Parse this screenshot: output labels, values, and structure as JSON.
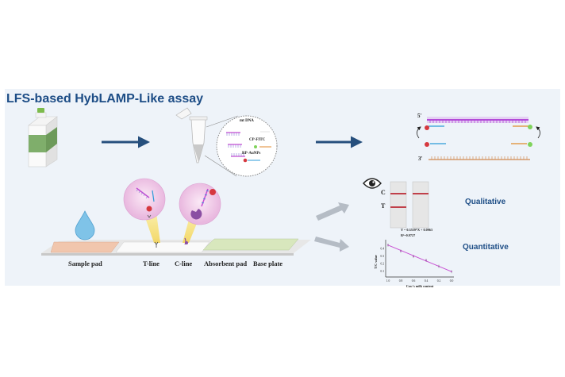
{
  "title": "LFS-based HybLAMP-Like assay",
  "tube_inset": {
    "line1": "mt DNA",
    "line2": "CP-FITC",
    "line3": "RP-AuNPs"
  },
  "strand_labels": {
    "five_prime": "5'",
    "three_prime": "3'"
  },
  "strip": {
    "sample_pad": "Sample pad",
    "t_line": "T-line",
    "c_line": "C-line",
    "absorbent_pad": "Absorbent pad",
    "base_plate": "Base plate"
  },
  "strip_markers": {
    "c": "C",
    "t": "T"
  },
  "results": {
    "qualitative": "Qualitative",
    "quantitative": "Quantitative"
  },
  "regression": {
    "equation": "Y = 0.3539*X + 0.0963",
    "r2": "R²=0.9727",
    "ylabel": "T/C value",
    "xlabel": "Cow's milk content",
    "x_ticks": [
      "1.0",
      "0.8",
      "0.6",
      "0.4",
      "0.2",
      "0.0"
    ],
    "y_ticks": [
      "0.4",
      "0.3",
      "0.2",
      "0.1"
    ]
  },
  "chart_data": {
    "type": "line",
    "title": "",
    "xlabel": "Cow's milk content",
    "ylabel": "T/C value",
    "x": [
      1.0,
      0.8,
      0.6,
      0.4,
      0.2,
      0.0
    ],
    "series": [
      {
        "values": [
          0.45,
          0.37,
          0.3,
          0.25,
          0.17,
          0.1
        ]
      }
    ],
    "annotations": [
      "Y = 0.3539*X + 0.0963",
      "R²=0.9727"
    ]
  },
  "colors": {
    "title": "#1d4d86",
    "arrow": "#264f7d",
    "gray_arrow": "#b5bcc5",
    "panel_bg": "#eef3f9",
    "sample_pad": "#f1c6ad",
    "absorbent_pad": "#d8e7bd",
    "control_line": "#c0404a",
    "dna_pink": "#c64bd2"
  },
  "icons": [
    "milk-carton-icon",
    "tube-icon",
    "drop-icon",
    "eye-icon"
  ]
}
